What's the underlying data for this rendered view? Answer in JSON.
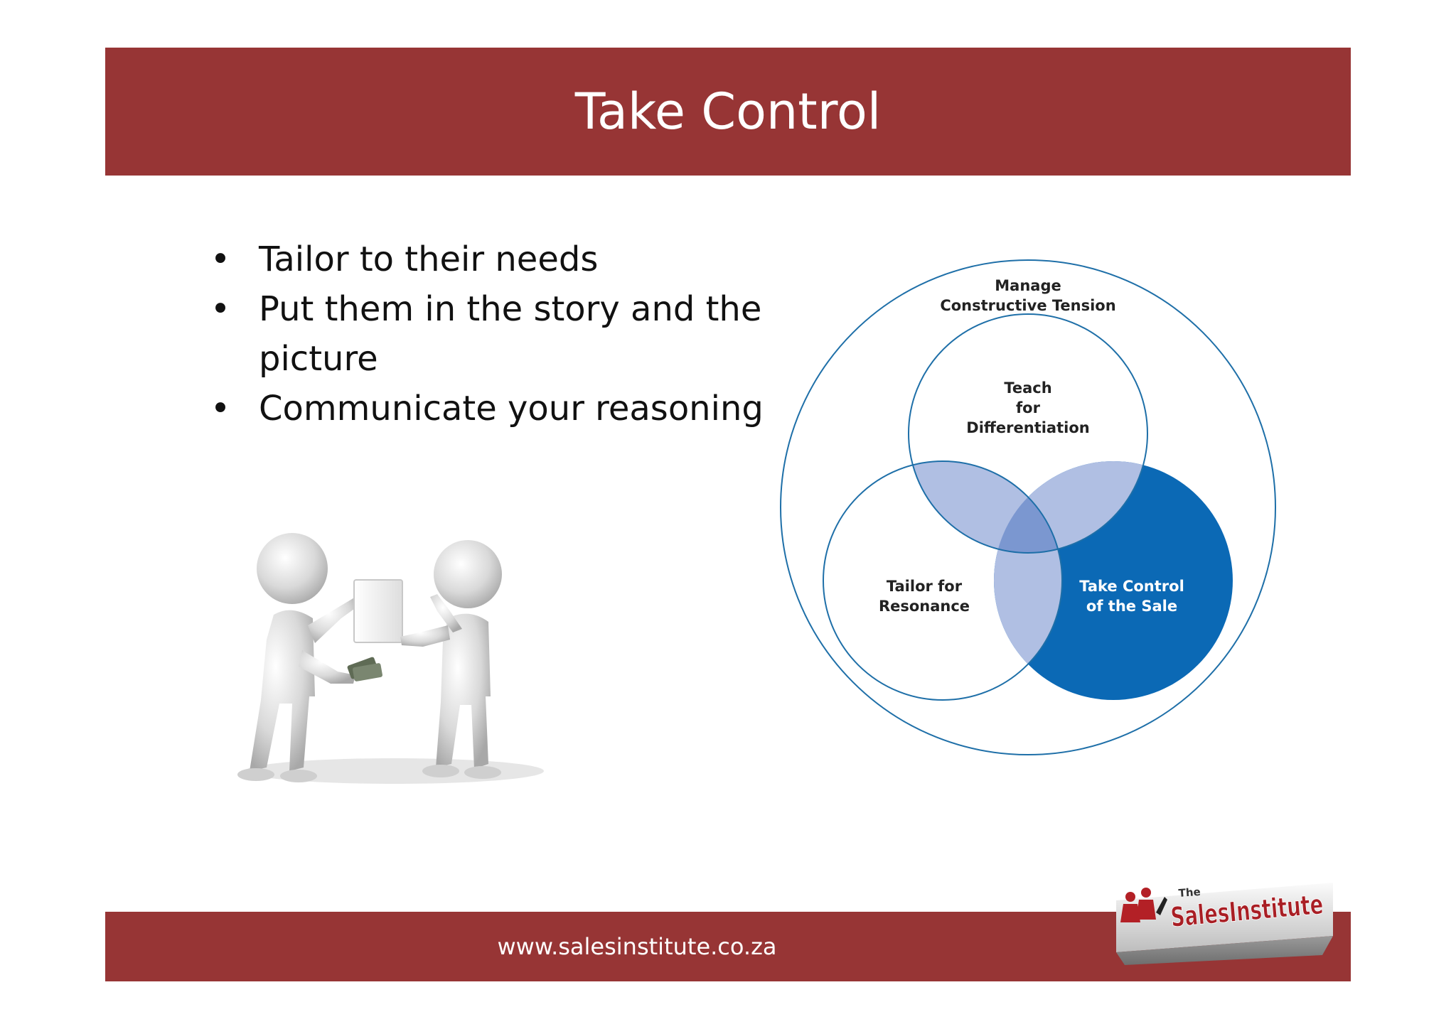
{
  "slide": {
    "title": "Take Control",
    "bullets": [
      "Tailor to their needs",
      "Put them in the story and the picture",
      "Communicate your reasoning"
    ],
    "bullet_symbol": "•"
  },
  "venn": {
    "outer_label_line1": "Manage",
    "outer_label_line2": "Constructive Tension",
    "top_label_line1": "Teach",
    "top_label_line2": "for",
    "top_label_line3": "Differentiation",
    "left_label_line1": "Tailor for",
    "left_label_line2": "Resonance",
    "right_label_line1": "Take Control",
    "right_label_line2": "of the Sale",
    "colors": {
      "outline": "#1e6fa8",
      "highlight": "#0b69b5",
      "overlap": "#b0bfe3",
      "center": "#7b97d0"
    }
  },
  "footer": {
    "url": "www.salesinstitute.co.za"
  },
  "logo": {
    "small_text": "The",
    "brand_text": "SalesInstitute"
  },
  "theme": {
    "band_color": "#973535"
  }
}
